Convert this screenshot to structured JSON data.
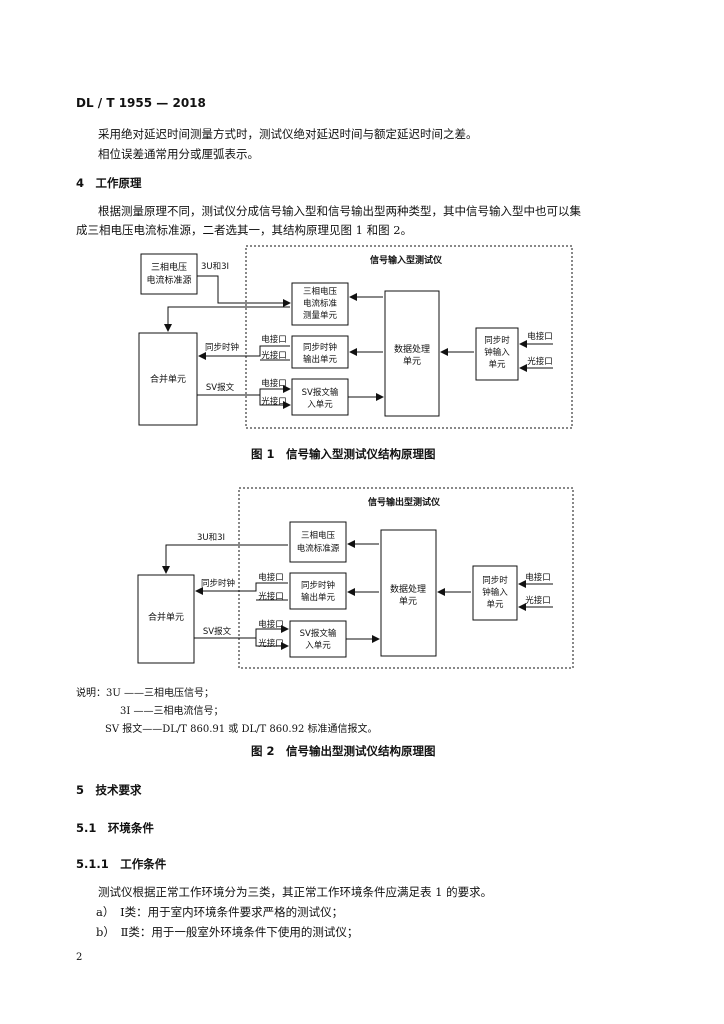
{
  "header": "DL / T 1955 — 2018",
  "intro": [
    "采用绝对延迟时间测量方式时，测试仪绝对延迟时间与额定延迟时间之差。",
    "相位误差通常用分或厘弧表示。"
  ],
  "section4": {
    "title": "4　工作原理",
    "para1": "根据测量原理不同，测试仪分成信号输入型和信号输出型两种类型，其中信号输入型中也可以集",
    "para2": "成三相电压电流标准源，二者选其一，其结构原理见图 1 和图 2。"
  },
  "fig1": {
    "frame": "信号输入型测试仪",
    "source": [
      "三相电压",
      "电流标准源"
    ],
    "source_out": "3U和3I",
    "measure": [
      "三相电压",
      "电流标准",
      "测量单元"
    ],
    "sync_out": [
      "同步时钟",
      "输出单元"
    ],
    "sv_in": [
      "SV报文输",
      "入单元"
    ],
    "dp": [
      "数据处理",
      "单元"
    ],
    "sync_in": [
      "同步时",
      "钟输入",
      "单元"
    ],
    "merge": "合并单元",
    "elec": "电接口",
    "opt": "光接口",
    "sync_label": "同步时钟",
    "sv_label": "SV报文",
    "caption": "图 1　信号输入型测试仪结构原理图"
  },
  "fig2": {
    "frame": "信号输出型测试仪",
    "source": [
      "三相电压",
      "电流标准源"
    ],
    "source_out": "3U和3I",
    "sync_out": [
      "同步时钟",
      "输出单元"
    ],
    "sv_in": [
      "SV报文输",
      "入单元"
    ],
    "dp": [
      "数据处理",
      "单元"
    ],
    "sync_in": [
      "同步时",
      "钟输入",
      "单元"
    ],
    "merge": "合并单元",
    "elec": "电接口",
    "opt": "光接口",
    "sync_label": "同步时钟",
    "sv_label": "SV报文",
    "caption": "图 2　信号输出型测试仪结构原理图"
  },
  "notes": [
    "说明：3U ——三相电压信号；",
    "3I ——三相电流信号；",
    "SV 报文——DL/T 860.91 或 DL/T 860.92 标准通信报文。"
  ],
  "section5": {
    "title": "5　技术要求",
    "s51": "5.1　环境条件",
    "s511": "5.1.1　工作条件",
    "para": "测试仪根据正常工作环境分为三类，其正常工作环境条件应满足表 1 的要求。",
    "items": [
      "a）　Ⅰ类：用于室内环境条件要求严格的测试仪；",
      "b）　Ⅱ类：用于一般室外环境条件下使用的测试仪；"
    ]
  },
  "page_number": "2"
}
